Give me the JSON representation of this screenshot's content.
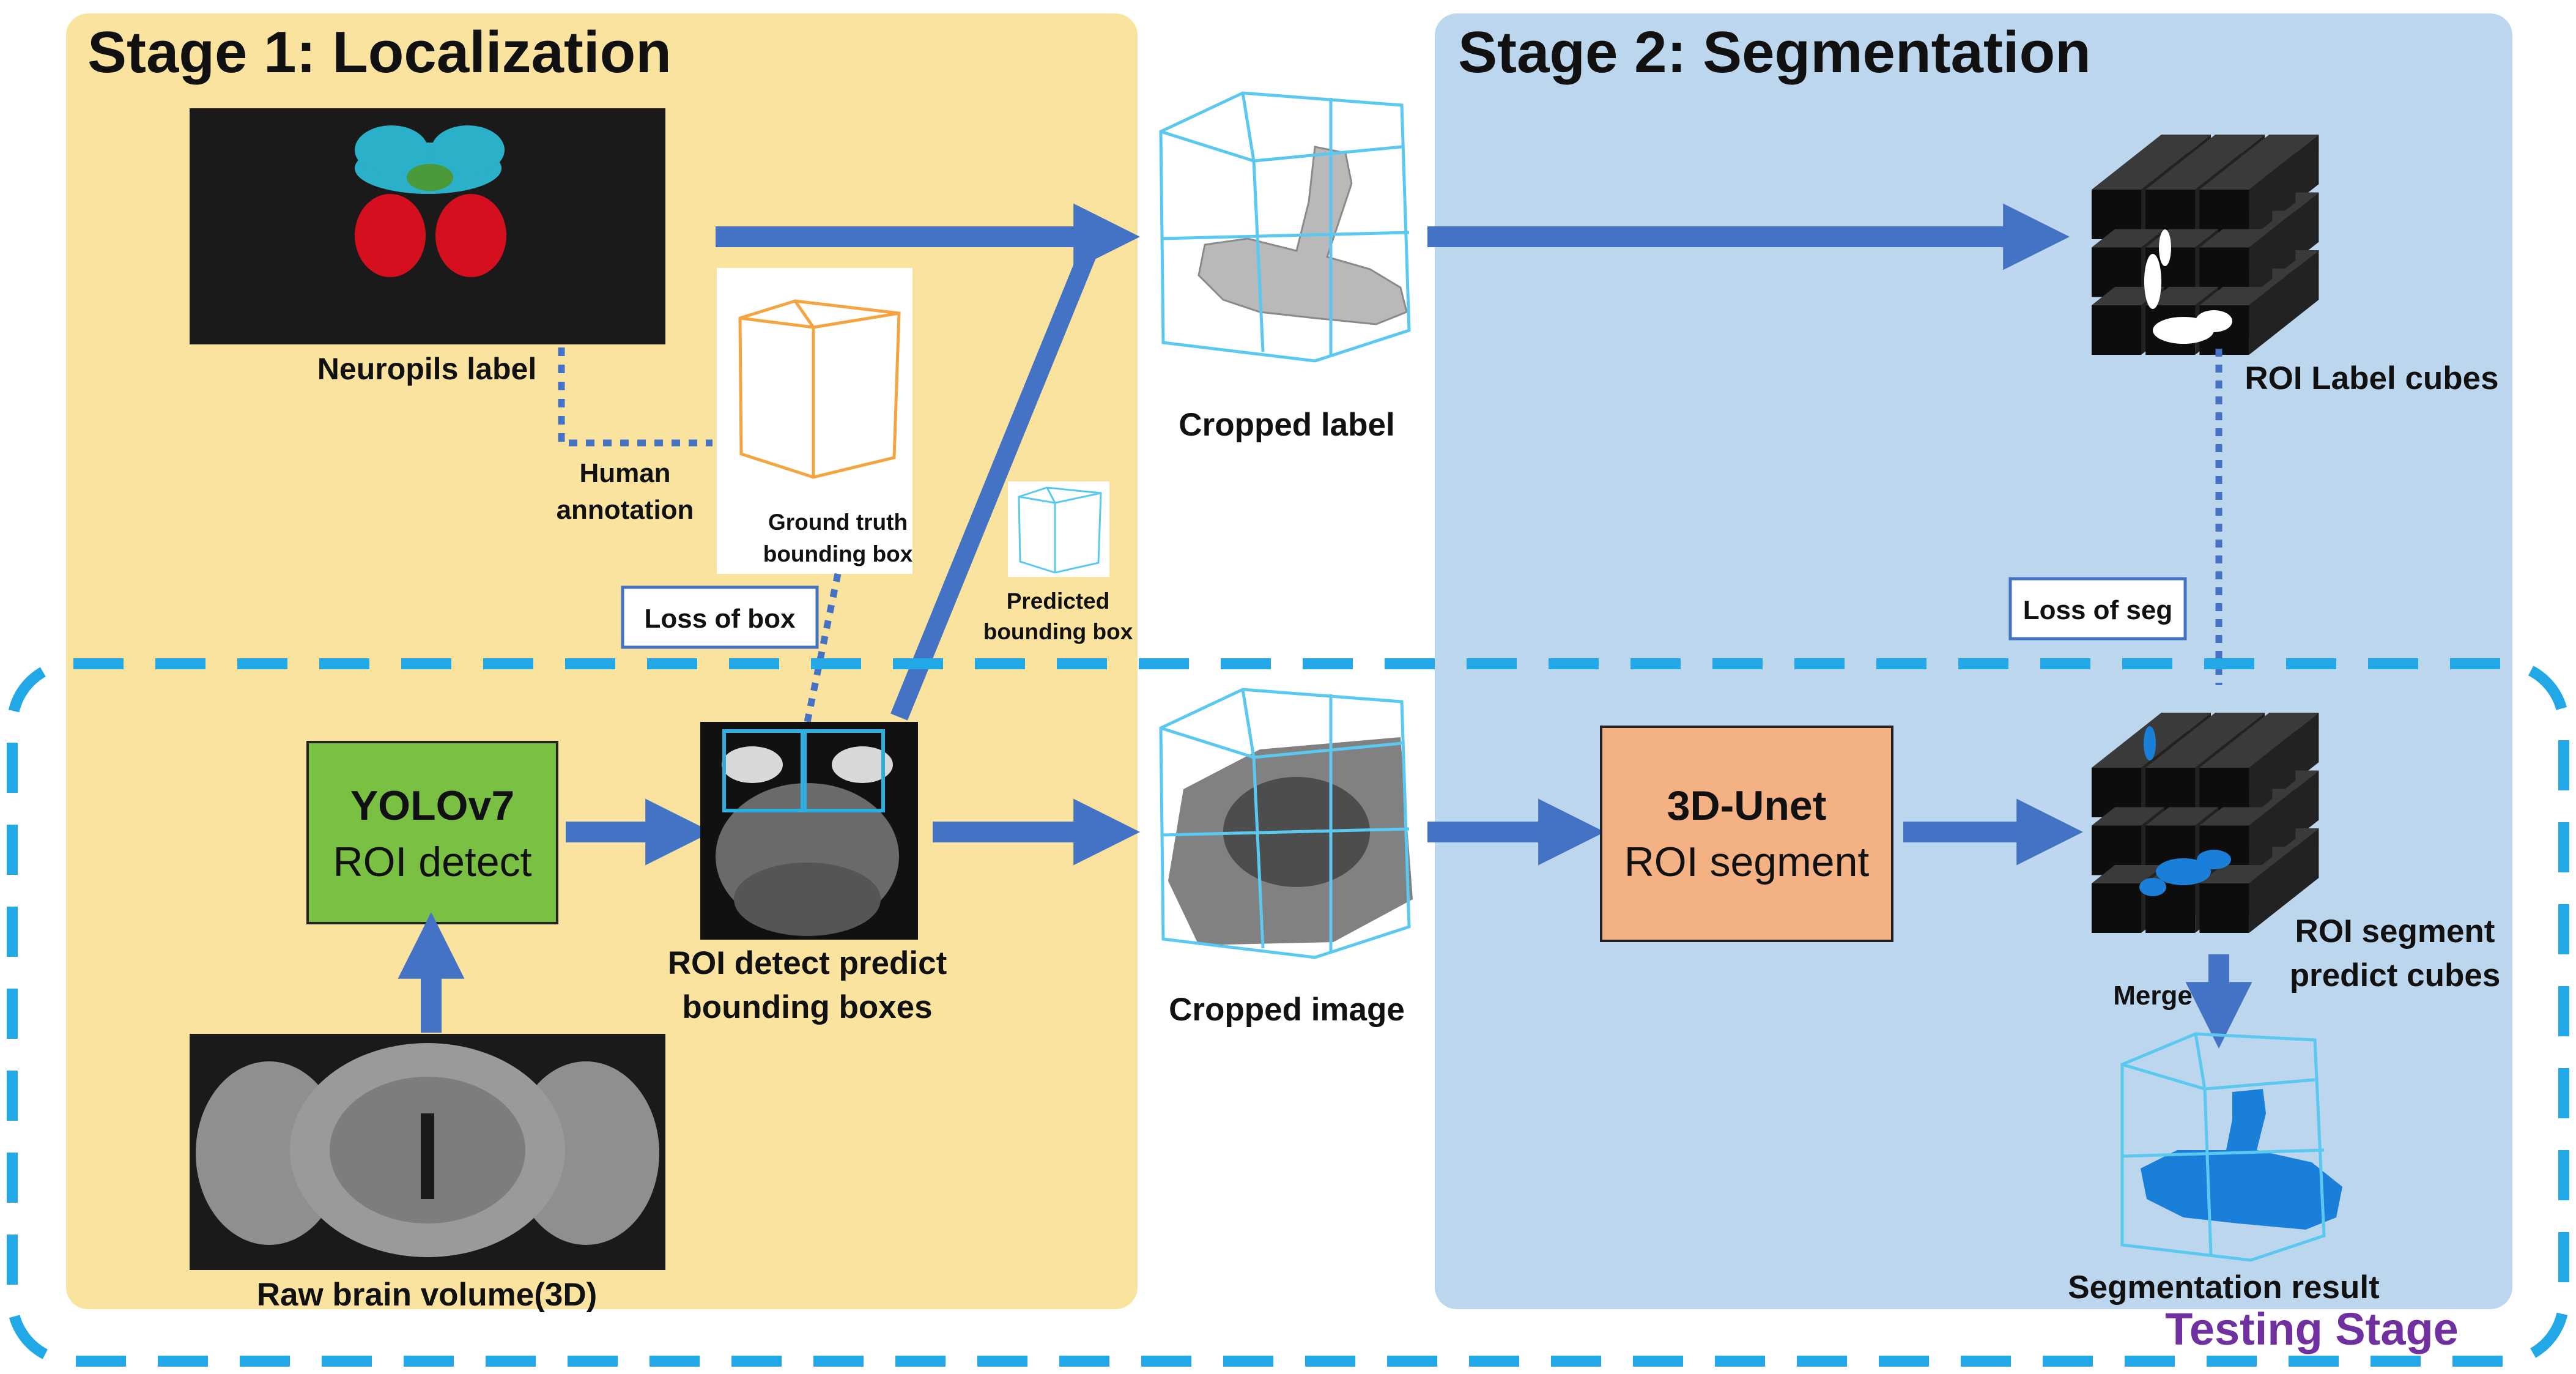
{
  "stage1": {
    "title": "Stage 1: Localization",
    "color": "#fae39e"
  },
  "stage2": {
    "title": "Stage 2: Segmentation",
    "color": "#bcd6ee"
  },
  "testing_stage": {
    "label": "Testing Stage",
    "border_color": "#22a8e6",
    "label_color": "#7030a0"
  },
  "labels": {
    "neuropils": "Neuropils label",
    "human_annotation_1": "Human",
    "human_annotation_2": "annotation",
    "ground_truth_1": "Ground truth",
    "ground_truth_2": "bounding box",
    "predicted_1": "Predicted",
    "predicted_2": "bounding box",
    "cropped_label": "Cropped label",
    "roi_label_cubes": "ROI Label cubes",
    "loss_box": "Loss of box",
    "loss_seg": "Loss of seg",
    "roi_detect_1": "ROI detect predict",
    "roi_detect_2": "bounding boxes",
    "cropped_image": "Cropped image",
    "roi_segment_cubes_1": "ROI segment",
    "roi_segment_cubes_2": "predict cubes",
    "merge": "Merge",
    "segmentation_result": "Segmentation result",
    "raw_brain": "Raw brain volume(3D)"
  },
  "yolo": {
    "title": "YOLOv7",
    "subtitle": "ROI detect",
    "color": "#7ac043"
  },
  "unet": {
    "title": "3D-Unet",
    "subtitle": "ROI segment",
    "color": "#f4b183"
  },
  "colors": {
    "arrow": "#4472c4",
    "dotted": "#4472c4",
    "orange_box": "#f4a540",
    "cyan_box": "#5bc8ef",
    "label_red": "#d40f1e",
    "label_cyan": "#2ab0c8",
    "seg_blue": "#1a7fd9"
  }
}
